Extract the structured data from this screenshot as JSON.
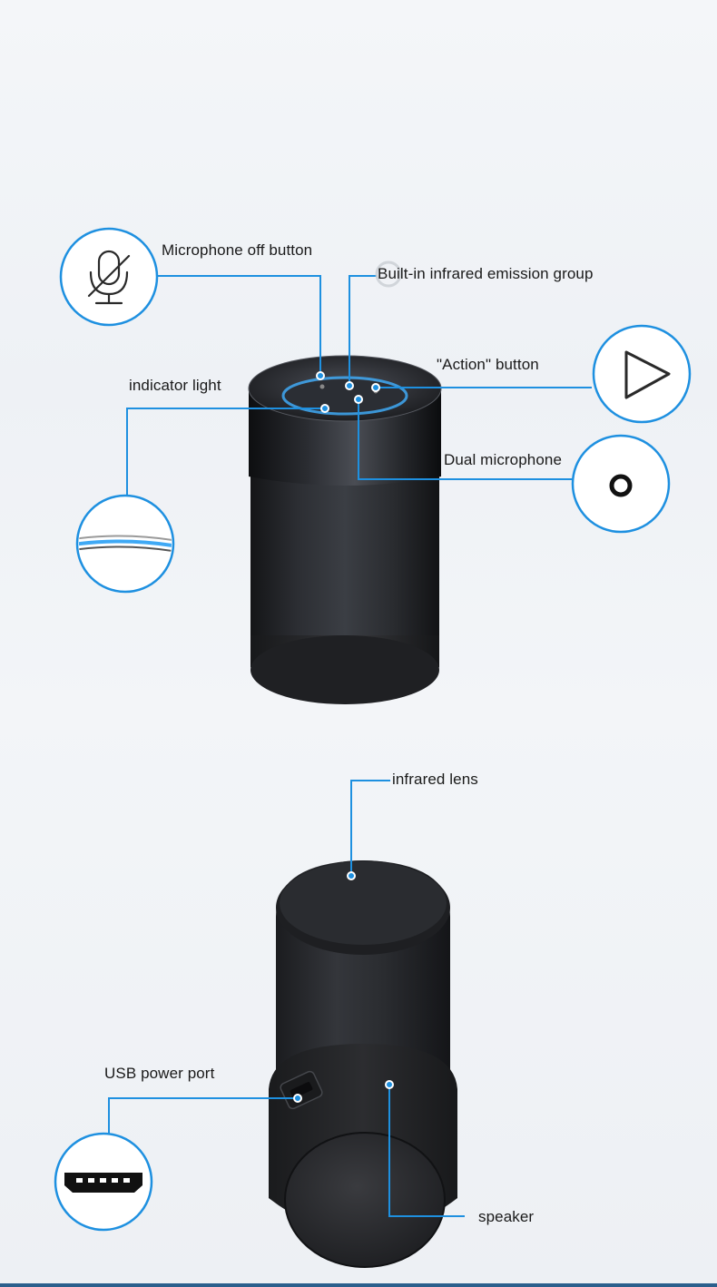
{
  "labels": {
    "mic_off": "Microphone off button",
    "ir_emission": "Built-in infrared emission group",
    "action": "\"Action\" button",
    "indicator": "indicator light",
    "dual_mic": "Dual microphone",
    "ir_lens": "infrared lens",
    "usb": "USB power port",
    "speaker": "speaker"
  },
  "colors": {
    "accent": "#1e90e0",
    "device": "#2a2c30",
    "device_dark": "#141518",
    "fabric": "#232427",
    "background": "#f2f4f7"
  },
  "icons": [
    "microphone-off-icon",
    "play-icon",
    "ring-icon",
    "indicator-light-icon",
    "usb-port-icon"
  ]
}
